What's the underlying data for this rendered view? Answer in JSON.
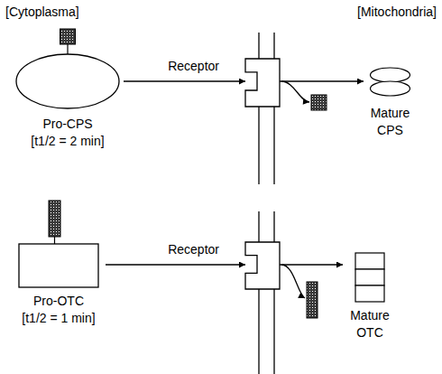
{
  "diagram": {
    "nodes": [
      {
        "text": [
          "Pro-CPS",
          "[t1/2 = 2 min]"
        ]
      },
      {
        "text": [
          "Receptor"
        ]
      },
      {
        "text": [
          "Mature CPS"
        ]
      },
      {
        "text": [
          "Pro-OTC",
          "[t1/2 = 1 min]"
        ]
      },
      {
        "text": [
          "Receptor"
        ]
      },
      {
        "text": [
          "Mature OTC"
        ]
      }
    ],
    "edges": [
      {
        "from": 0,
        "to": 1,
        "arrow": "to"
      },
      {
        "from": 1,
        "to": 2,
        "arrow": "to"
      },
      {
        "from": 3,
        "to": 4,
        "arrow": "to"
      },
      {
        "from": 4,
        "to": 5,
        "arrow": "to"
      }
    ],
    "labels": [
      "[Cytoplasma]",
      "[Mitochondria]"
    ]
  }
}
